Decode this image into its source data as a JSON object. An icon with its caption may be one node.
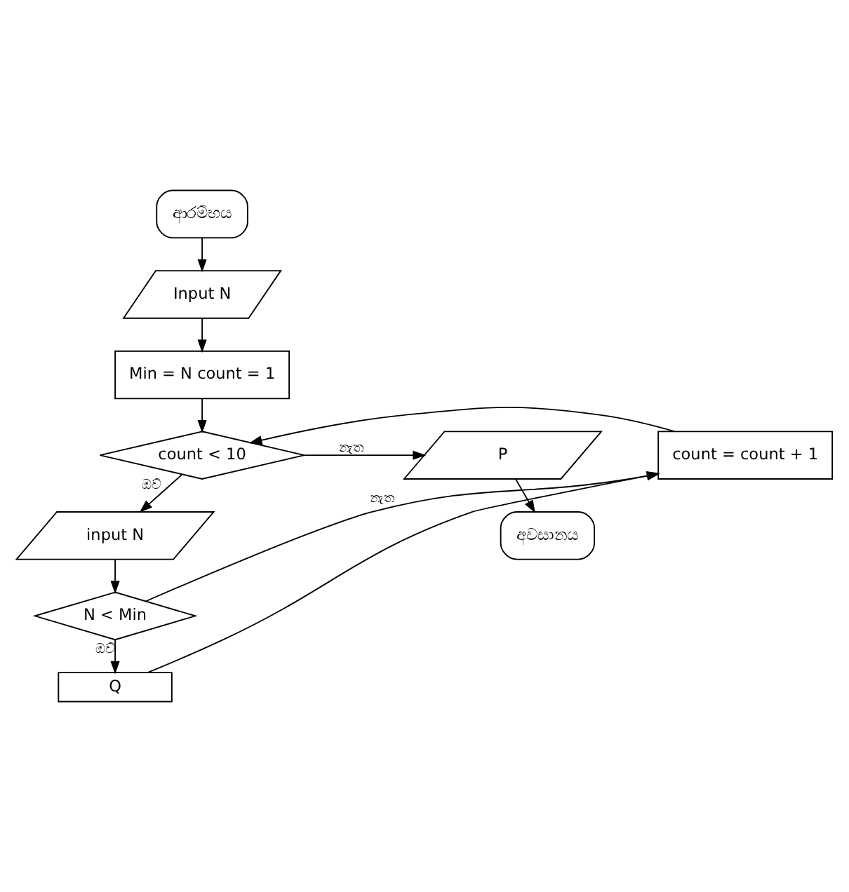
{
  "diagram": {
    "nodes": [
      {
        "text": [
          "ආරම්භය"
        ]
      },
      {
        "text": [
          "Input N"
        ]
      },
      {
        "text": [
          "Min = N count = 1"
        ]
      },
      {
        "text": [
          "count = count + 1"
        ]
      },
      {
        "text": [
          "count < 10"
        ]
      },
      {
        "text": [
          "P"
        ]
      },
      {
        "text": [
          "අවසානය"
        ]
      },
      {
        "text": [
          "input N"
        ]
      },
      {
        "text": [
          "N < Min"
        ]
      },
      {
        "text": [
          "Q"
        ]
      }
    ],
    "edges": [
      {
        "from": 0,
        "to": 1,
        "arrow": "to"
      },
      {
        "from": 1,
        "to": 2,
        "arrow": "to"
      },
      {
        "from": 2,
        "to": 4,
        "arrow": "to"
      },
      {
        "from": 4,
        "to": 5,
        "arrow": "to",
        "label": "නැත"
      },
      {
        "from": 5,
        "to": 6,
        "arrow": "to"
      },
      {
        "from": 4,
        "to": 7,
        "arrow": "to",
        "label": "ඔව්"
      },
      {
        "from": 7,
        "to": 8,
        "arrow": "to"
      },
      {
        "from": 8,
        "to": 9,
        "arrow": "to",
        "label": "ඔව්"
      },
      {
        "from": 8,
        "to": 3,
        "arrow": "to",
        "label": "නැත"
      },
      {
        "from": 9,
        "to": 3,
        "arrow": "to"
      },
      {
        "from": 3,
        "to": 4,
        "arrow": "to"
      }
    ]
  }
}
